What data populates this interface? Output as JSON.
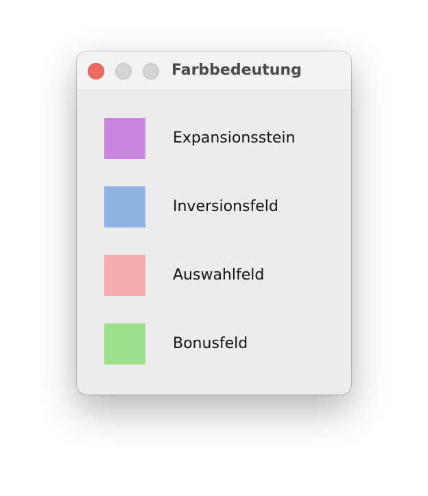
{
  "window": {
    "title": "Farbbedeutung",
    "controls": {
      "close_color": "#ee6a5f",
      "minimize_color": "#d4d4d4",
      "zoom_color": "#d4d4d4"
    }
  },
  "legend": {
    "items": [
      {
        "label": "Expansionsstein",
        "color": "#cb86e0"
      },
      {
        "label": "Inversionsfeld",
        "color": "#8db1e0"
      },
      {
        "label": "Auswahlfeld",
        "color": "#f5aaab"
      },
      {
        "label": "Bonusfeld",
        "color": "#9be089"
      }
    ]
  }
}
